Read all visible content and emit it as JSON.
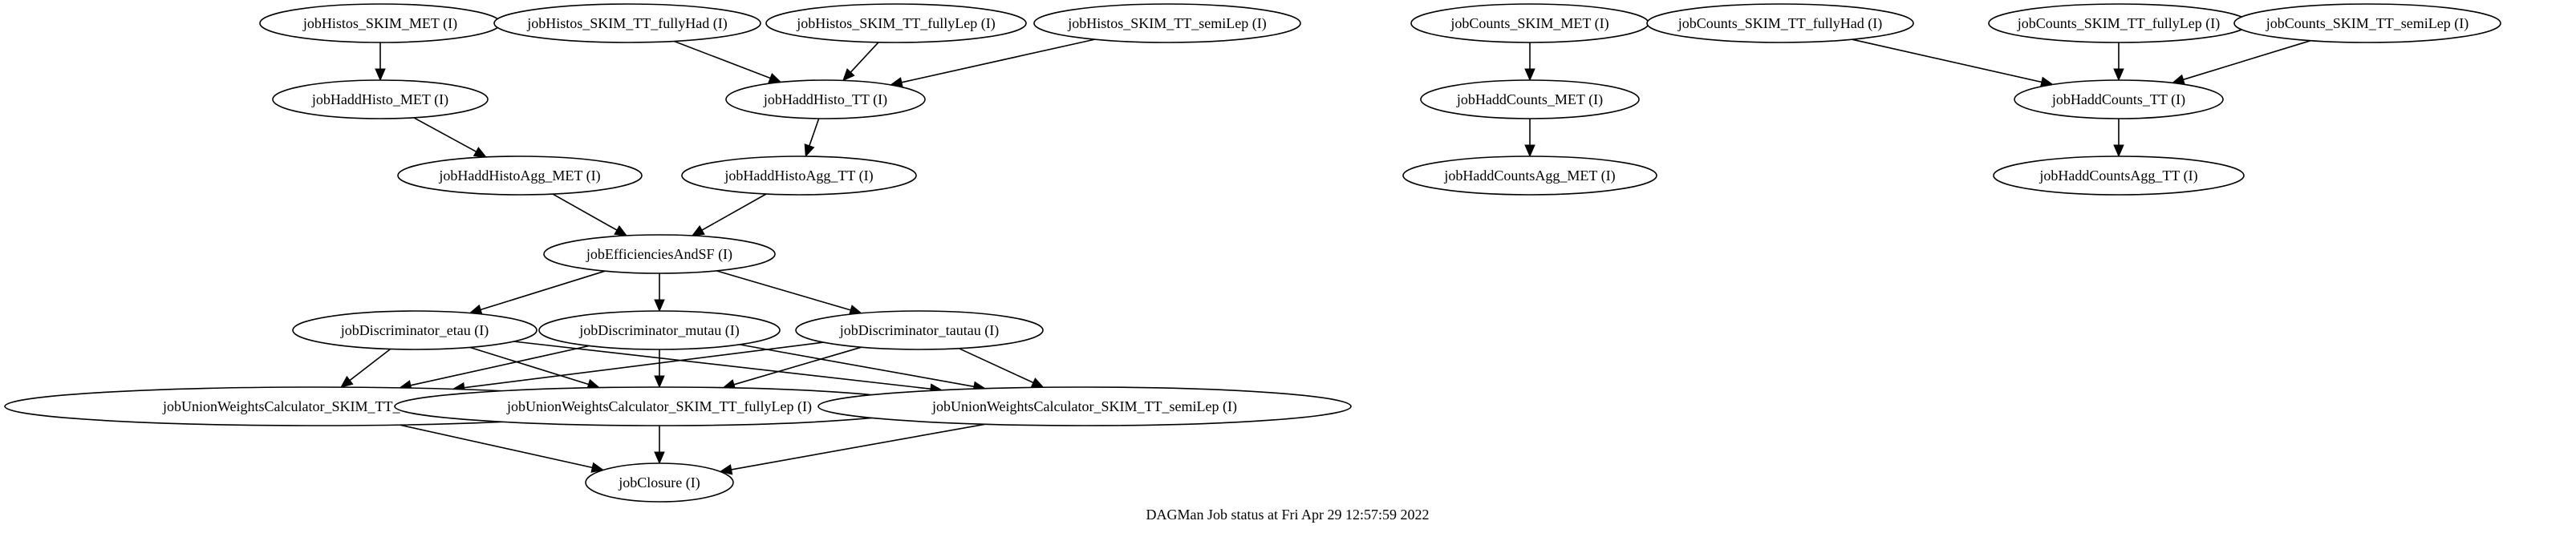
{
  "caption": "DAGMan Job status at Fri Apr 29 12:57:59 2022",
  "nodes": [
    {
      "id": "histos_met",
      "label": "jobHistos_SKIM_MET (I)"
    },
    {
      "id": "histos_tt_fullyhad",
      "label": "jobHistos_SKIM_TT_fullyHad (I)"
    },
    {
      "id": "histos_tt_fullylep",
      "label": "jobHistos_SKIM_TT_fullyLep (I)"
    },
    {
      "id": "histos_tt_semilep",
      "label": "jobHistos_SKIM_TT_semiLep (I)"
    },
    {
      "id": "counts_met",
      "label": "jobCounts_SKIM_MET (I)"
    },
    {
      "id": "counts_tt_fullyhad",
      "label": "jobCounts_SKIM_TT_fullyHad (I)"
    },
    {
      "id": "counts_tt_fullylep",
      "label": "jobCounts_SKIM_TT_fullyLep (I)"
    },
    {
      "id": "counts_tt_semilep",
      "label": "jobCounts_SKIM_TT_semiLep (I)"
    },
    {
      "id": "haddhisto_met",
      "label": "jobHaddHisto_MET (I)"
    },
    {
      "id": "haddhisto_tt",
      "label": "jobHaddHisto_TT (I)"
    },
    {
      "id": "haddcounts_met",
      "label": "jobHaddCounts_MET (I)"
    },
    {
      "id": "haddcounts_tt",
      "label": "jobHaddCounts_TT (I)"
    },
    {
      "id": "haddhistoagg_met",
      "label": "jobHaddHistoAgg_MET (I)"
    },
    {
      "id": "haddhistoagg_tt",
      "label": "jobHaddHistoAgg_TT (I)"
    },
    {
      "id": "haddcountsagg_met",
      "label": "jobHaddCountsAgg_MET (I)"
    },
    {
      "id": "haddcountsagg_tt",
      "label": "jobHaddCountsAgg_TT (I)"
    },
    {
      "id": "efficiencies",
      "label": "jobEfficienciesAndSF (I)"
    },
    {
      "id": "disc_etau",
      "label": "jobDiscriminator_etau (I)"
    },
    {
      "id": "disc_mutau",
      "label": "jobDiscriminator_mutau (I)"
    },
    {
      "id": "disc_tautau",
      "label": "jobDiscriminator_tautau (I)"
    },
    {
      "id": "union_fullyhad",
      "label": "jobUnionWeightsCalculator_SKIM_TT_fullyHad (I)"
    },
    {
      "id": "union_fullylep",
      "label": "jobUnionWeightsCalculator_SKIM_TT_fullyLep (I)"
    },
    {
      "id": "union_semilep",
      "label": "jobUnionWeightsCalculator_SKIM_TT_semiLep (I)"
    },
    {
      "id": "closure",
      "label": "jobClosure (I)"
    }
  ],
  "edges": [
    [
      "histos_met",
      "haddhisto_met"
    ],
    [
      "haddhisto_met",
      "haddhistoagg_met"
    ],
    [
      "histos_tt_fullyhad",
      "haddhisto_tt"
    ],
    [
      "histos_tt_fullylep",
      "haddhisto_tt"
    ],
    [
      "histos_tt_semilep",
      "haddhisto_tt"
    ],
    [
      "haddhisto_tt",
      "haddhistoagg_tt"
    ],
    [
      "haddhistoagg_met",
      "efficiencies"
    ],
    [
      "haddhistoagg_tt",
      "efficiencies"
    ],
    [
      "efficiencies",
      "disc_etau"
    ],
    [
      "efficiencies",
      "disc_mutau"
    ],
    [
      "efficiencies",
      "disc_tautau"
    ],
    [
      "disc_etau",
      "union_fullyhad"
    ],
    [
      "disc_etau",
      "union_fullylep"
    ],
    [
      "disc_etau",
      "union_semilep"
    ],
    [
      "disc_mutau",
      "union_fullyhad"
    ],
    [
      "disc_mutau",
      "union_fullylep"
    ],
    [
      "disc_mutau",
      "union_semilep"
    ],
    [
      "disc_tautau",
      "union_fullyhad"
    ],
    [
      "disc_tautau",
      "union_fullylep"
    ],
    [
      "disc_tautau",
      "union_semilep"
    ],
    [
      "union_fullyhad",
      "closure"
    ],
    [
      "union_fullylep",
      "closure"
    ],
    [
      "union_semilep",
      "closure"
    ],
    [
      "counts_met",
      "haddcounts_met"
    ],
    [
      "haddcounts_met",
      "haddcountsagg_met"
    ],
    [
      "counts_tt_fullyhad",
      "haddcounts_tt"
    ],
    [
      "counts_tt_fullylep",
      "haddcounts_tt"
    ],
    [
      "counts_tt_semilep",
      "haddcounts_tt"
    ],
    [
      "haddcounts_tt",
      "haddcountsagg_tt"
    ]
  ]
}
